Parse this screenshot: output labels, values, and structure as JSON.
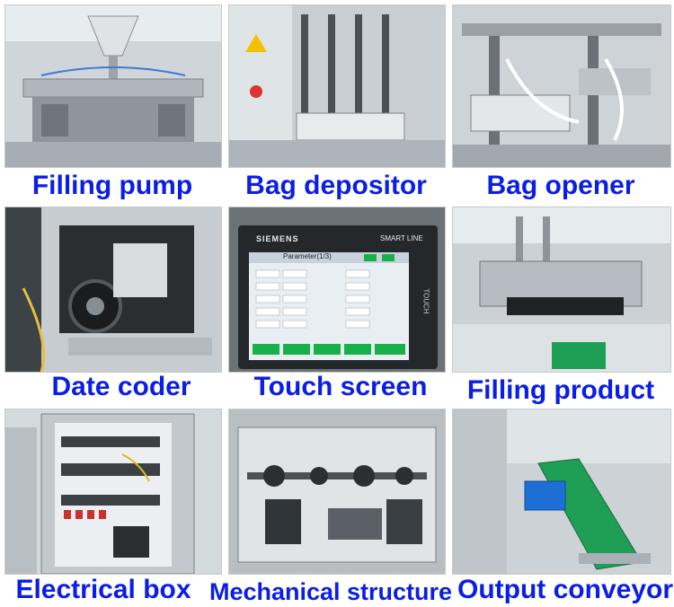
{
  "captions": [
    "Filling pump",
    "Bag depositor",
    "Bag opener",
    "Date coder",
    "Touch screen",
    "Filling product",
    "Electrical box",
    "Mechanical structure",
    "Output conveyor"
  ],
  "photos": [
    {
      "icon": "filling-pump-photo"
    },
    {
      "icon": "bag-depositor-photo"
    },
    {
      "icon": "bag-opener-photo"
    },
    {
      "icon": "date-coder-photo"
    },
    {
      "icon": "touch-screen-photo"
    },
    {
      "icon": "filling-product-photo"
    },
    {
      "icon": "electrical-box-photo"
    },
    {
      "icon": "mechanical-structure-photo"
    },
    {
      "icon": "output-conveyor-photo"
    }
  ],
  "touch_screen": {
    "brand": "SIEMENS",
    "model": "SMART LINE",
    "side_label": "TOUCH",
    "panel_title": "Parameter(1/3)"
  },
  "colors": {
    "caption": "#0a1ee6",
    "steel": "#c2c7cb",
    "conveyor": "#1f9e55",
    "crate": "#1d6fd6"
  }
}
